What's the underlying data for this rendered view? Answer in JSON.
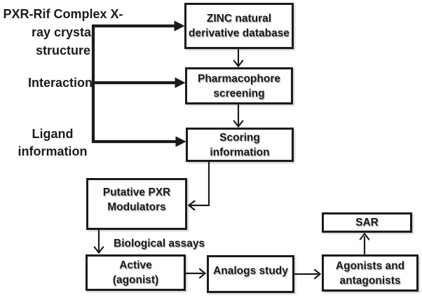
{
  "diagram": {
    "inputs": {
      "crystal_structure": "PXR-Rif Complex X-\nray crystal\nstructure",
      "interaction": "Interaction",
      "ligand_information": "Ligand\ninformation"
    },
    "boxes": {
      "zinc": "ZINC natural\nderivative database",
      "pharmacophore": "Pharmacophore\nscreening",
      "scoring": "Scoring\ninformation",
      "putative": "Putative PXR\nModulators",
      "active": "Active\n(agonist)",
      "analogs": "Analogs study",
      "agonists": "Agonists and\nantagonists",
      "sar": "SAR"
    },
    "labels": {
      "biological_assays": "Biological assays"
    },
    "colors": {
      "line": "#1b1b1b",
      "box_border": "#1b1b1b",
      "box_fill": "#ffffff",
      "background": "#ffffff",
      "text": "#1b1b1b"
    }
  }
}
